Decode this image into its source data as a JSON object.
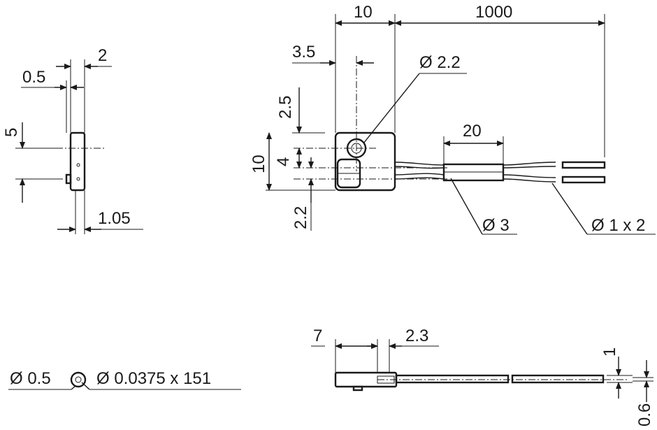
{
  "dimensions": {
    "side_view": {
      "d_2": "2",
      "d_0_5": "0.5",
      "d_5": "5",
      "d_1_05": "1.05"
    },
    "front_view": {
      "d_10_top": "10",
      "d_1000": "1000",
      "d_3_5": "3.5",
      "d_dia_2_2": "Ø 2.2",
      "d_2_5": "2.5",
      "d_10_side": "10",
      "d_4": "4",
      "d_2_2": "2.2",
      "d_20": "20",
      "d_dia_3": "Ø 3",
      "d_dia_1x2": "Ø 1 x 2"
    },
    "fiber_section": {
      "d_dia_0_5": "Ø 0.5",
      "d_dia_0_0375": "Ø 0.0375 x 151"
    },
    "bottom_view": {
      "d_7": "7",
      "d_2_3": "2.3",
      "d_1": "1",
      "d_0_6": "0.6"
    }
  }
}
